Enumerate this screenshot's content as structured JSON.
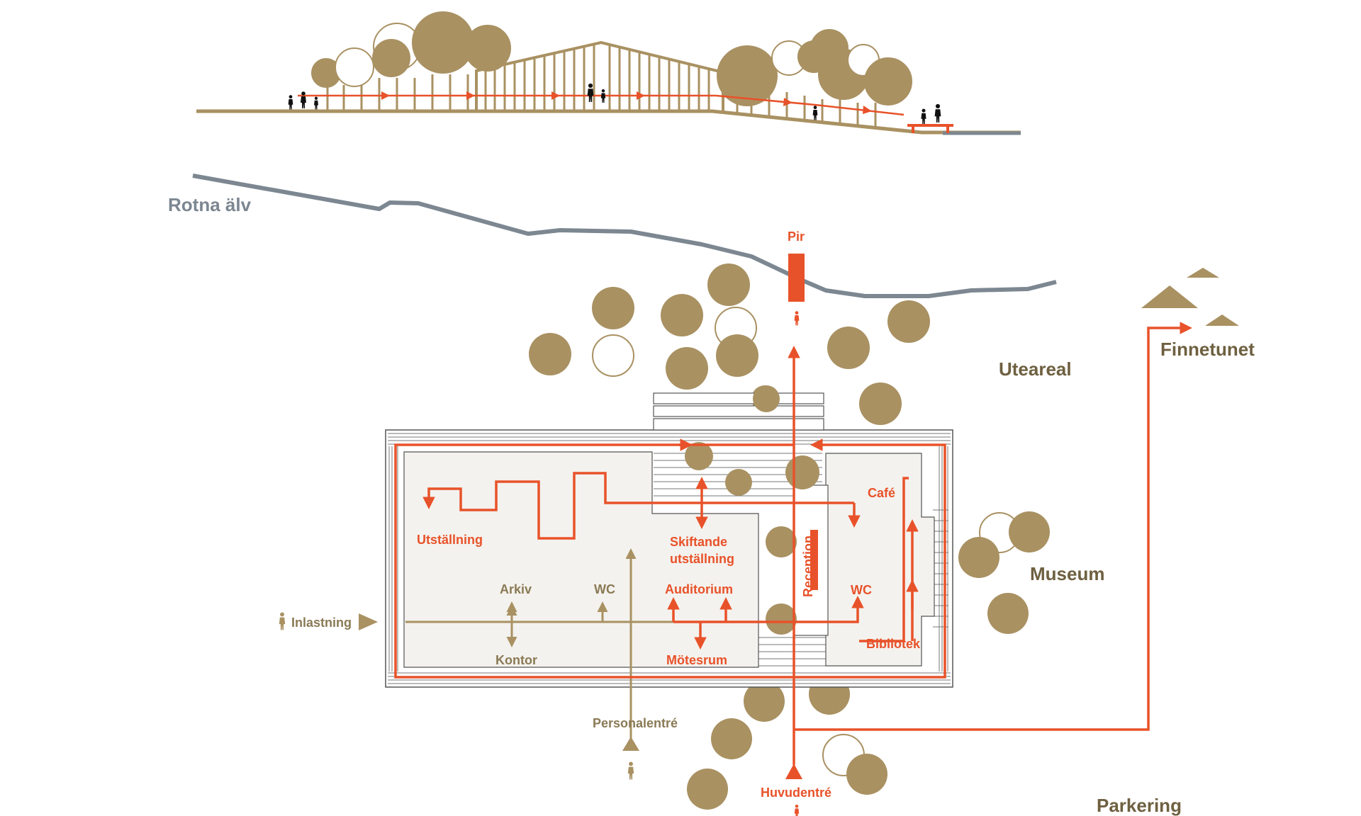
{
  "colors": {
    "route": "#e8522a",
    "staff": "#a99162",
    "tree": "#a99162",
    "river": "#7c8791",
    "building_fill": "#f4f2ee",
    "building_line": "#555555"
  },
  "labels": {
    "river": "Rotna älv",
    "pier": "Pir",
    "outdoor": "Uteareal",
    "finnetunet": "Finnetunet",
    "museum": "Museum",
    "parking": "Parkering",
    "loading": "Inlastning",
    "staff_entrance": "Personalentré",
    "main_entrance": "Huvudentré",
    "exhibition": "Utställning",
    "changing_exhibition_1": "Skiftande",
    "changing_exhibition_2": "utställning",
    "auditorium": "Auditorium",
    "meeting_room": "Mötesrum",
    "archive": "Arkiv",
    "office": "Kontor",
    "wc_staff": "WC",
    "wc_visitor": "WC",
    "reception": "Reception",
    "cafe": "Café",
    "library": "Bibliotek"
  }
}
